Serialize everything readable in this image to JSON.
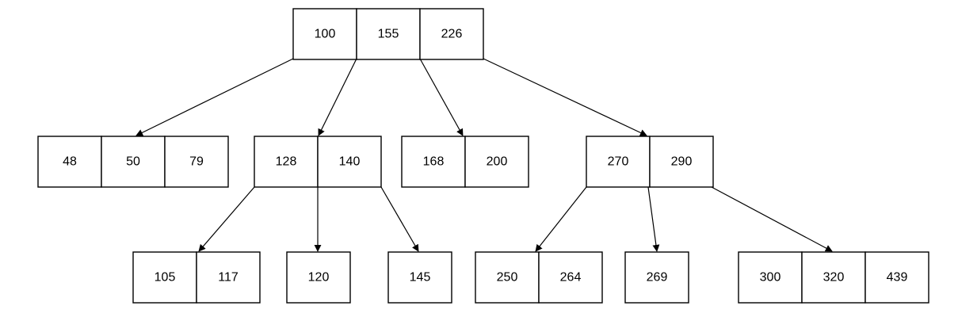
{
  "diagram": {
    "type": "b-tree",
    "nodes": [
      {
        "id": "root",
        "keys": [
          "100",
          "155",
          "226"
        ]
      },
      {
        "id": "n1",
        "keys": [
          "48",
          "50",
          "79"
        ]
      },
      {
        "id": "n2",
        "keys": [
          "128",
          "140"
        ]
      },
      {
        "id": "n3",
        "keys": [
          "168",
          "200"
        ]
      },
      {
        "id": "n4",
        "keys": [
          "270",
          "290"
        ]
      },
      {
        "id": "n5",
        "keys": [
          "105",
          "117"
        ]
      },
      {
        "id": "n6",
        "keys": [
          "120"
        ]
      },
      {
        "id": "n7",
        "keys": [
          "145"
        ]
      },
      {
        "id": "n8",
        "keys": [
          "250",
          "264"
        ]
      },
      {
        "id": "n9",
        "keys": [
          "269"
        ]
      },
      {
        "id": "n10",
        "keys": [
          "300",
          "320",
          "439"
        ]
      }
    ],
    "edges": [
      {
        "from": "root",
        "to": "n1"
      },
      {
        "from": "root",
        "to": "n2"
      },
      {
        "from": "root",
        "to": "n3"
      },
      {
        "from": "root",
        "to": "n4"
      },
      {
        "from": "n2",
        "to": "n5"
      },
      {
        "from": "n2",
        "to": "n6"
      },
      {
        "from": "n2",
        "to": "n7"
      },
      {
        "from": "n4",
        "to": "n8"
      },
      {
        "from": "n4",
        "to": "n9"
      },
      {
        "from": "n4",
        "to": "n10"
      }
    ]
  }
}
